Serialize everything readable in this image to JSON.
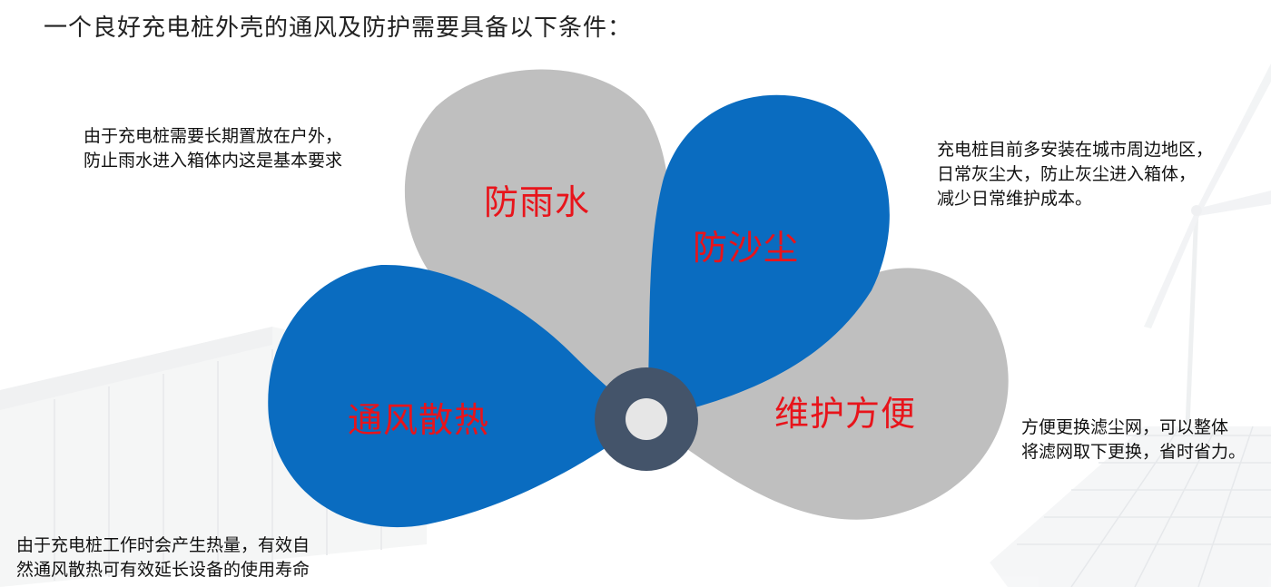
{
  "header": {
    "title": "一个良好充电桩外壳的通风及防护需要具备以下条件："
  },
  "petals": {
    "rain": {
      "label": "防雨水",
      "desc": [
        "由于充电桩需要长期置放在户外，",
        "防止雨水进入箱体内这是基本要求"
      ],
      "color": "#bfbfbf"
    },
    "dust": {
      "label": "防沙尘",
      "desc": [
        "充电桩目前多安装在城市周边地区，",
        "日常灰尘大，防止灰尘进入箱体，",
        "减少日常维护成本。"
      ],
      "color": "#0a6cc0"
    },
    "maintenance": {
      "label": "维护方便",
      "desc": [
        "方便更换滤尘网，可以整体",
        "将滤网取下更换，省时省力。"
      ],
      "color": "#bfbfbf"
    },
    "heat": {
      "label": "通风散热",
      "desc": [
        "由于充电桩工作时会产生热量，有效自",
        "然通风散热可有效延长设备的使用寿命"
      ],
      "color": "#0a6cc0"
    }
  },
  "colors": {
    "label_text": "#e8141b",
    "hub_ring": "#44546a",
    "hub_center": "#e6e6e6"
  }
}
